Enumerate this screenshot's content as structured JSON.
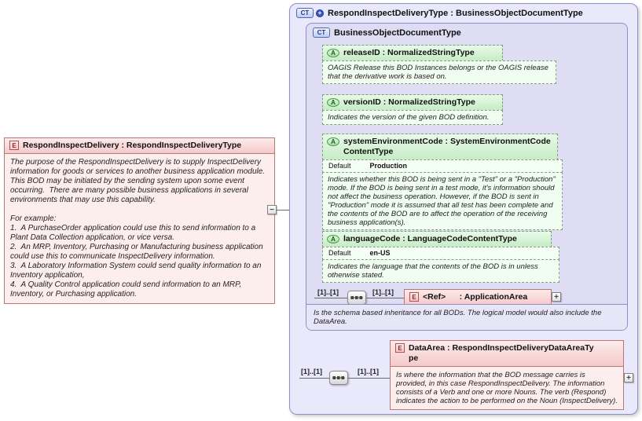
{
  "palette": {
    "outer_container_fill": "#eae8fb",
    "inner_container_fill": "#dfddf4",
    "attribute_header_fill": "#c6ecc6",
    "attribute_note_fill": "#f1fdf1",
    "element_header_fill": "#f5c9c9",
    "element_note_fill": "#fdeeee",
    "container_border": "#9090c0",
    "attribute_border": "#7f9f7f",
    "element_border": "#b87878"
  },
  "icons": {
    "element": "E",
    "attribute": "A",
    "complex_type": "CT",
    "derived_plus": "+"
  },
  "left_element": {
    "title": "RespondInspectDelivery : RespondInspectDeliveryType",
    "toggle": "−",
    "description": "The purpose of the RespondInspectDelivery is to supply InspectDelivery information for goods or services to another business application module.  This BOD may be initiated by the sending system upon some event occurring.  There are many possible business applications in several environments that may use this capability.\n\nFor example:\n1.  A PurchaseOrder application could use this to send information to a Plant Data Collection application, or vice versa.\n2.  An MRP, Inventory, Purchasing or Manufacturing business application could use this to communicate InspectDelivery information.\n3.  A Laboratory Information System could send quality information to an Inventory application,\n4.  A Quality Control application could send information to an MRP, Inventory, or Purchasing application."
  },
  "outer": {
    "title": "RespondInspectDeliveryType : BusinessObjectDocumentType",
    "inner": {
      "title": "BusinessObjectDocumentType",
      "attributes": [
        {
          "name": "releaseID : NormalizedStringType",
          "note": "OAGIS Release this BOD Instances belongs or the OAGIS release that the derivative work is based on."
        },
        {
          "name": "versionID : NormalizedStringType",
          "note": "Indicates the version of the given BOD definition."
        },
        {
          "name": "systemEnvironmentCode : SystemEnvironmentCodeContentType",
          "default_label": "Default",
          "default_value": "Production",
          "note": "Indicates whether this BOD is being sent in a \"Test\" or a \"Production\" mode. If the BOD is being sent in a test mode, it's information should not affect the business operation. However, if the BOD is sent in \"Production\" mode it is assumed that all test has been complete and the contents of the BOD are to affect the operation of the receiving business application(s)."
        },
        {
          "name": "languageCode : LanguageCodeContentType",
          "default_label": "Default",
          "default_value": "en-US",
          "note": "Indicates the language that the contents of the BOD is in unless otherwise stated."
        }
      ],
      "sequence": {
        "card_left": "[1]..[1]",
        "card_right": "[1]..[1]"
      },
      "ref_element": {
        "title": "<Ref>      : ApplicationArea",
        "toggle": "+"
      },
      "note": "Is the schema based inheritance for all BODs. The logical model would also include the DataArea."
    },
    "data_area": {
      "card_left": "[1]..[1]",
      "card_right": "[1]..[1]",
      "title": "DataArea : RespondInspectDeliveryDataAreaType",
      "toggle": "+",
      "note": "Is where the information that the BOD message carries is provided, in this case RespondInspectDelivery. The information consists of a Verb and one or more Nouns. The verb (Respond) indicates the action to be performed on the Noun (InspectDelivery)."
    }
  }
}
